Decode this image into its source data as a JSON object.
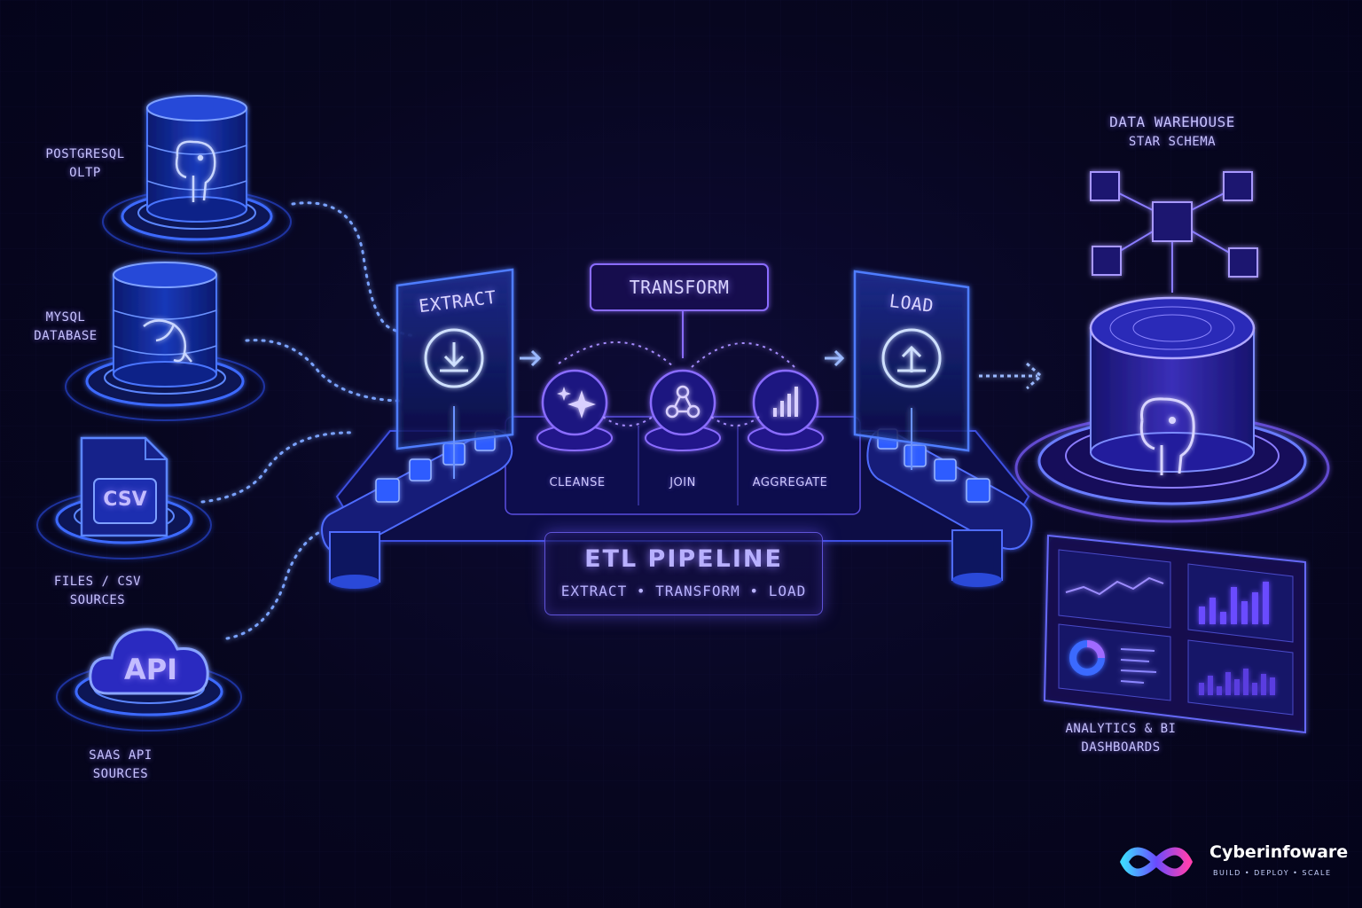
{
  "sources": [
    {
      "label": "POSTGRESQL\nOLTP",
      "icon": "elephant-icon"
    },
    {
      "label": "MYSQL\nDATABASE",
      "icon": "dolphin-icon"
    },
    {
      "label": "FILES / CSV\nSOURCES",
      "icon_text": "CSV"
    },
    {
      "label": "SAAS API\nSOURCES",
      "icon_text": "API"
    }
  ],
  "stages": {
    "extract": "EXTRACT",
    "transform": "TRANSFORM",
    "load": "LOAD"
  },
  "transform_steps": [
    "CLEANSE",
    "JOIN",
    "AGGREGATE"
  ],
  "pipeline": {
    "title": "ETL PIPELINE",
    "subtitle": "EXTRACT • TRANSFORM • LOAD"
  },
  "warehouse": {
    "title": "DATA WAREHOUSE",
    "subtitle": "STAR SCHEMA"
  },
  "dashboard": {
    "label": "ANALYTICS & BI\nDASHBOARDS"
  },
  "brand": {
    "name": "Cyberinfoware",
    "tagline": "BUILD • DEPLOY • SCALE"
  },
  "colors": {
    "background": "#06051d",
    "accent_blue": "#3c6cff",
    "accent_violet": "#8a5cff",
    "glow": "#6f8bff"
  }
}
